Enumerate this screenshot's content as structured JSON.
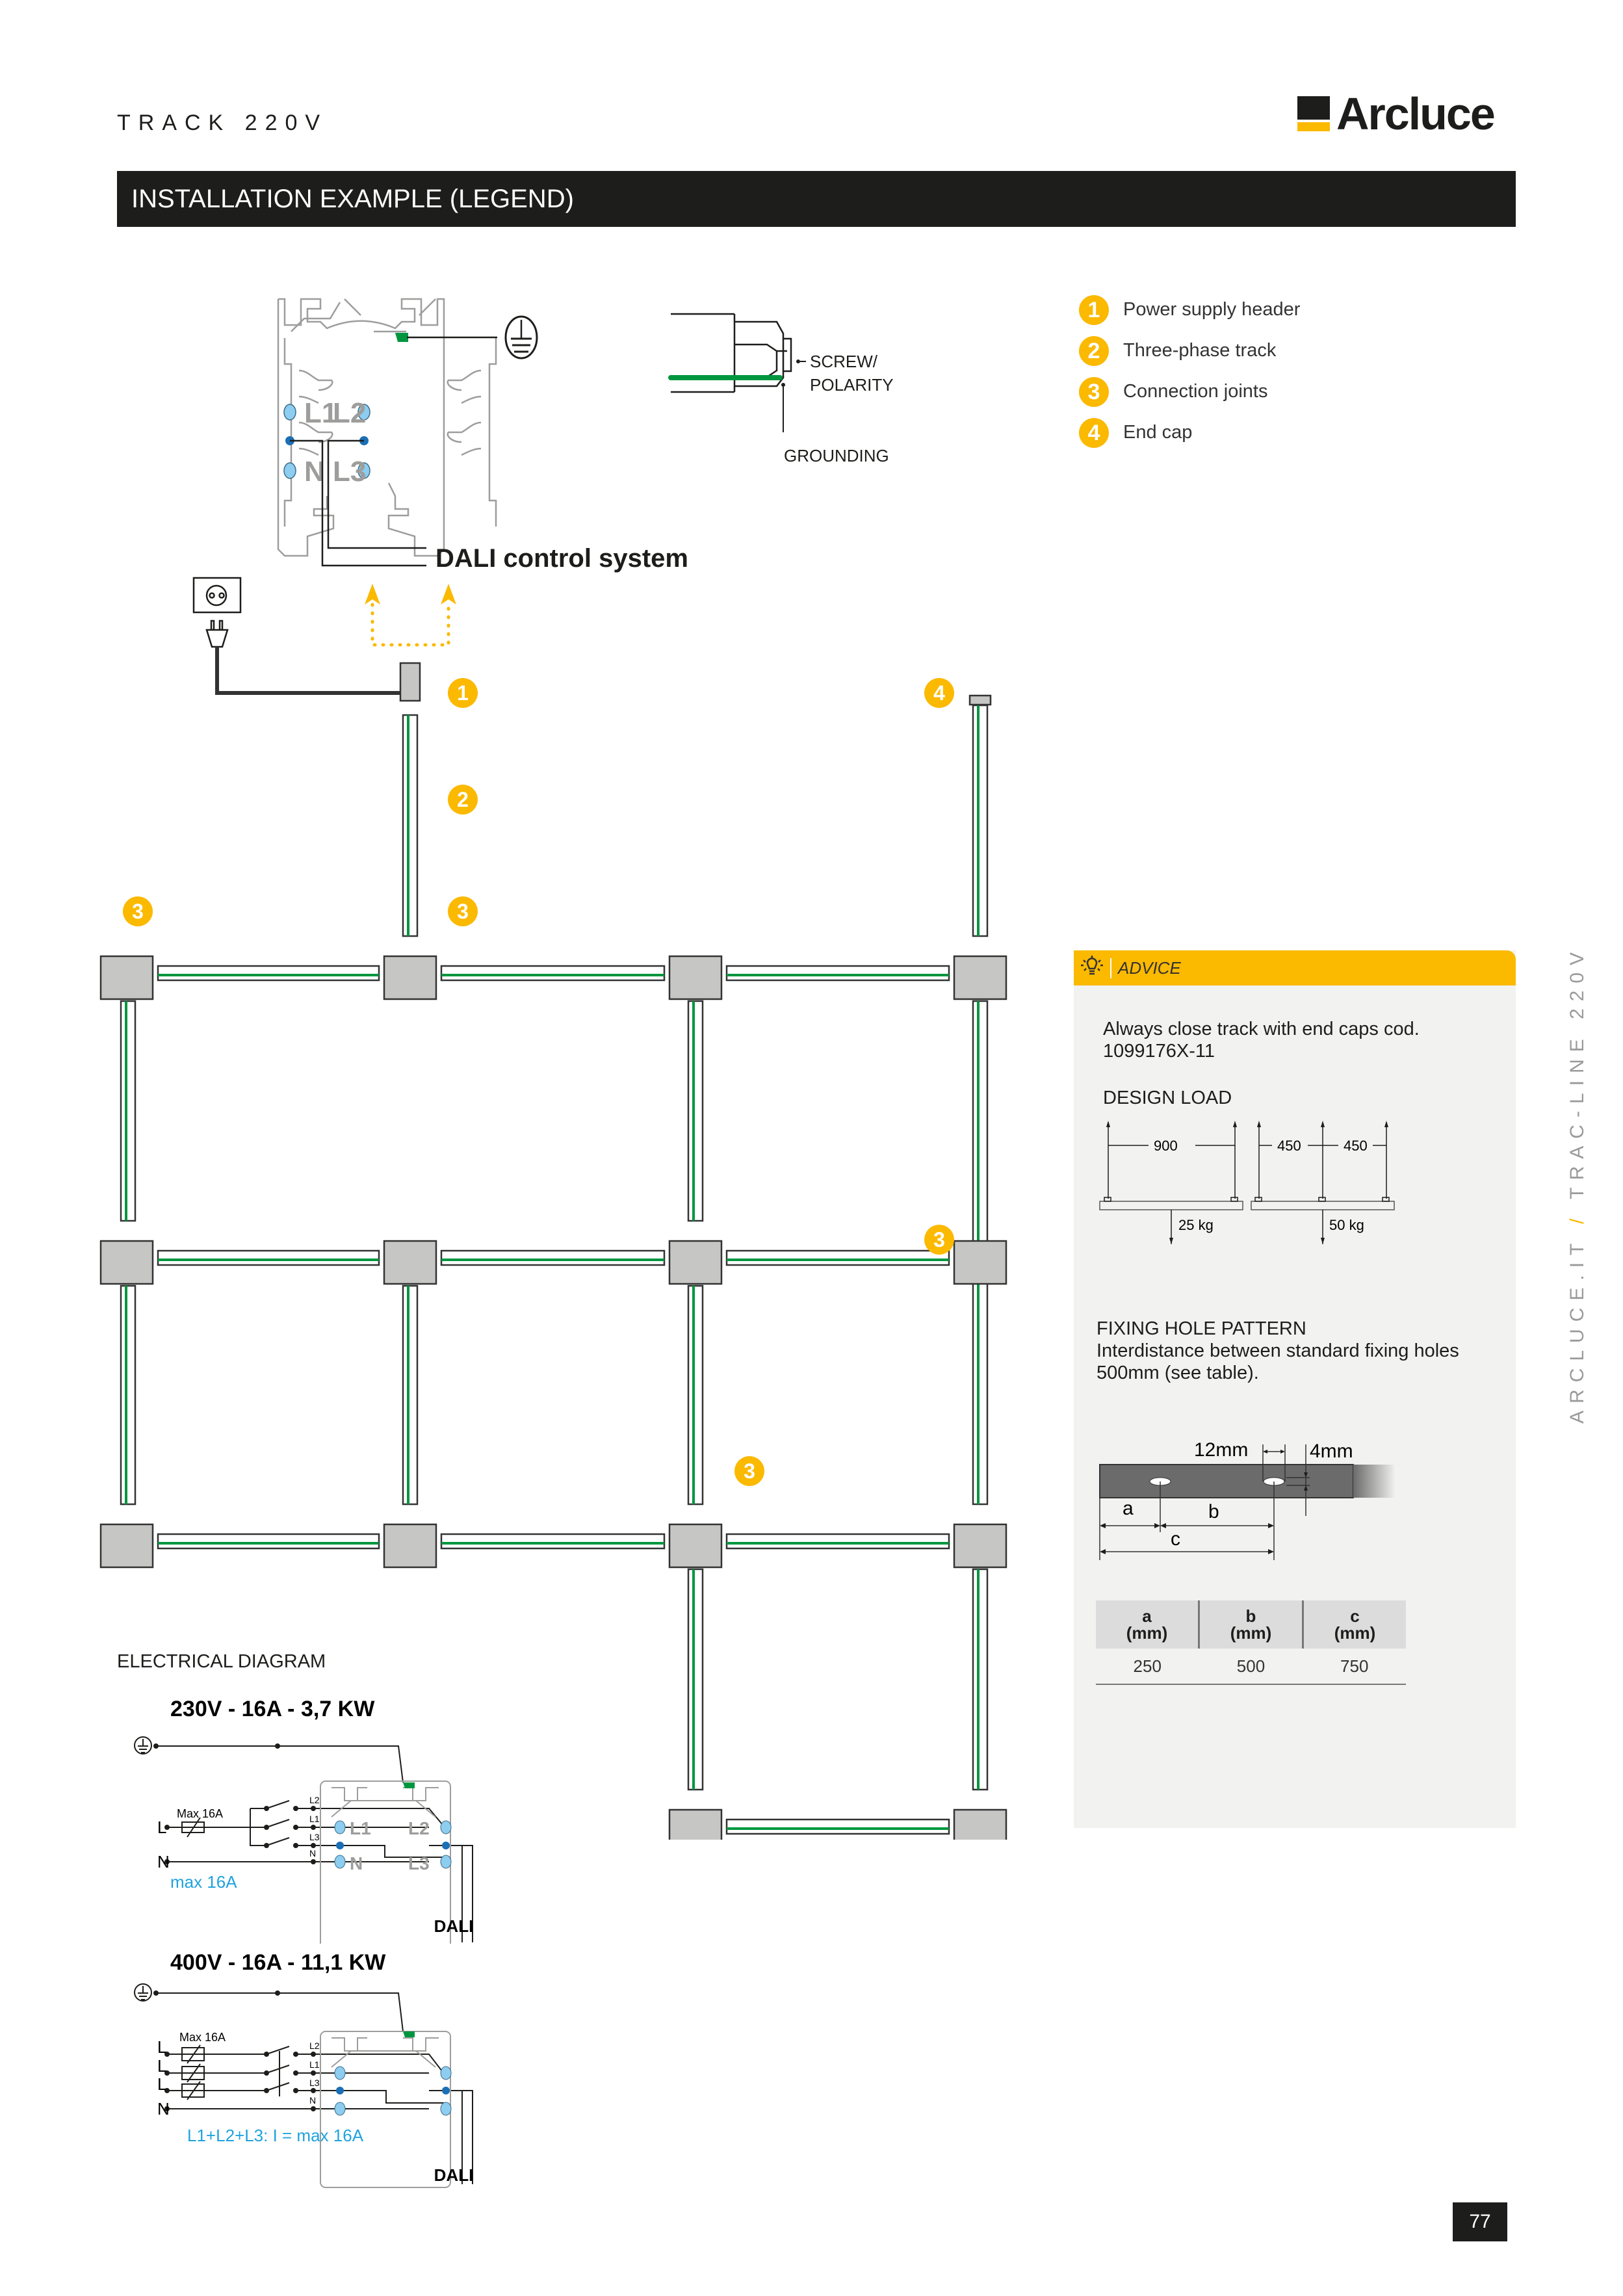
{
  "header": {
    "section_label": "TRACK 220V",
    "brand": "Arcluce",
    "title": "INSTALLATION EXAMPLE (LEGEND)"
  },
  "colors": {
    "accent_yellow": "#fbb900",
    "dark": "#1d1d1b",
    "ground_green": "#00963f",
    "contact_blue": "#8ccdf0",
    "note_blue": "#1fa3de",
    "connector_grey": "#c6c6c4",
    "panel_bg": "#f2f2f0"
  },
  "track_profile": {
    "contacts": [
      "L1",
      "L2",
      "N",
      "L3"
    ],
    "dali_label": "DALI control system",
    "connector_labels": {
      "screw_polarity": [
        "SCREW/",
        "POLARITY"
      ],
      "grounding": "GROUNDING"
    },
    "icons": [
      "ground-symbol-icon",
      "wall-socket-icon",
      "plug-icon"
    ]
  },
  "legend": {
    "items": [
      {
        "number": "1",
        "label": "Power supply header"
      },
      {
        "number": "2",
        "label": "Three-phase track"
      },
      {
        "number": "3",
        "label": "Connection joints"
      },
      {
        "number": "4",
        "label": "End cap"
      }
    ]
  },
  "layout_callouts": [
    "1",
    "2",
    "3",
    "3",
    "4",
    "3",
    "3"
  ],
  "advice": {
    "heading": "ADVICE",
    "icon": "lightbulb-icon",
    "text_lines": [
      "Always close track with end caps cod.",
      "1099176X-11"
    ],
    "design_load": {
      "heading": "DESIGN LOAD",
      "case1": {
        "span": "900",
        "load": "25 kg"
      },
      "case2": {
        "span_left": "450",
        "span_right": "450",
        "load": "50 kg"
      }
    },
    "fixing": {
      "heading": "FIXING HOLE PATTERN",
      "text_lines": [
        "Interdistance between standard fixing holes",
        "500mm (see table)."
      ],
      "dim_hole": "12mm",
      "dim_thickness": "4mm",
      "dim_letters": [
        "a",
        "b",
        "c"
      ],
      "table": {
        "headers": [
          {
            "letter": "a",
            "unit": "(mm)"
          },
          {
            "letter": "b",
            "unit": "(mm)"
          },
          {
            "letter": "c",
            "unit": "(mm)"
          }
        ],
        "rows": [
          [
            "250",
            "500",
            "750"
          ]
        ]
      }
    }
  },
  "electrical": {
    "heading": "ELECTRICAL DIAGRAM",
    "diagrams": [
      {
        "title": "230V - 16A - 3,7 KW",
        "inputs": [
          "L",
          "N"
        ],
        "fuse_label": "Max 16A",
        "lines": [
          "L2",
          "L1",
          "L3",
          "N"
        ],
        "note": "max 16A",
        "dali": "DALI",
        "profile_labels": [
          "L1",
          "L2",
          "N",
          "L3"
        ]
      },
      {
        "title": "400V - 16A - 11,1 KW",
        "inputs": [
          "L",
          "L",
          "L",
          "N"
        ],
        "fuse_label": "Max 16A",
        "lines": [
          "L2",
          "L1",
          "L3",
          "N"
        ],
        "note": "L1+L2+L3: I = max 16A",
        "dali": "DALI"
      }
    ]
  },
  "sidebar": {
    "site": "ARCLUCE.IT",
    "separator": "/",
    "product": "TRAC-LINE 220V"
  },
  "footer": {
    "page_number": "77"
  }
}
